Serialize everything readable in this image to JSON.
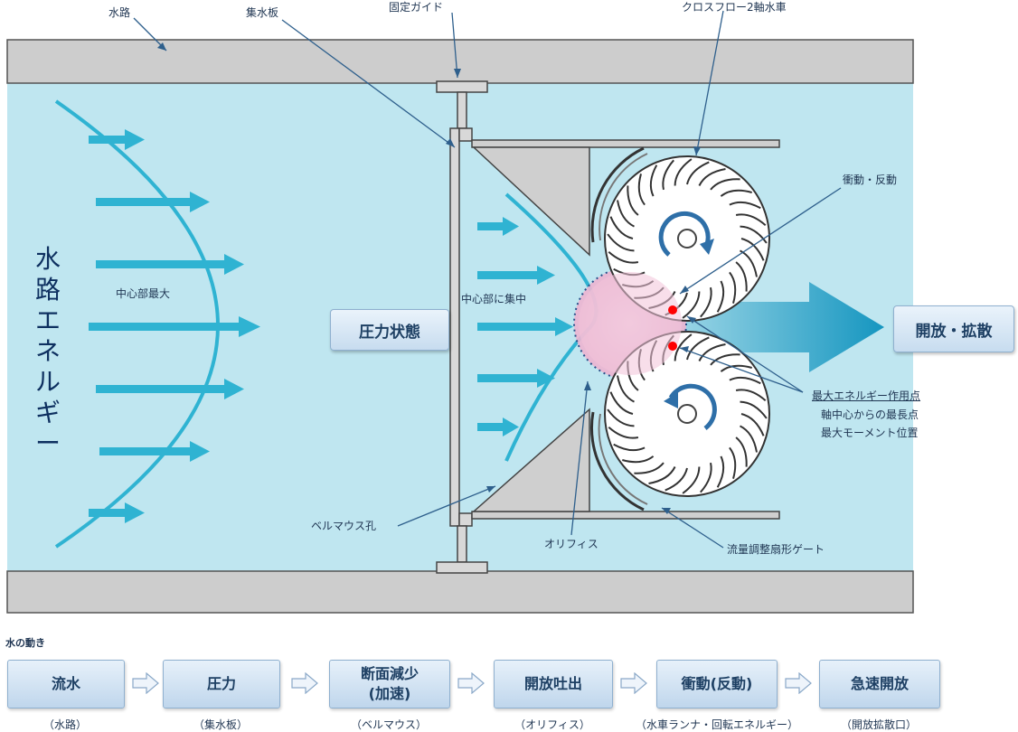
{
  "labels": {
    "suiro": "水路",
    "shusuiban": "集水板",
    "kotei_guide": "固定ガイド",
    "crossflow": "クロスフロー2軸水車",
    "shogeki_handou": "衝動・反動",
    "max_energy_point": "最大エネルギー作用点",
    "axis_farthest": "軸中心からの最長点",
    "max_moment": "最大モーメント位置",
    "bellmouth": "ベルマウス孔",
    "orifice": "オリフィス",
    "gate": "流量調整扇形ゲート",
    "center_max": "中心部最大",
    "center_focus": "中心部に集中",
    "vertical_title": "水路エネルギー",
    "pressure_state": "圧力状態",
    "open_diffuse": "開放・拡散"
  },
  "flow": {
    "title": "水の動き",
    "steps": [
      {
        "label": "流水",
        "sub": "（水路）"
      },
      {
        "label": "圧力",
        "sub": "（集水板）"
      },
      {
        "label": "断面減少\n(加速)",
        "sub": "（ベルマウス）"
      },
      {
        "label": "開放吐出",
        "sub": "（オリフィス）"
      },
      {
        "label": "衝動(反動)",
        "sub": "（水車ランナ・回転エネルギー）"
      },
      {
        "label": "急速開放",
        "sub": "（開放拡散口）"
      }
    ]
  },
  "colors": {
    "water": "#bfe6f0",
    "channel_wall": "#cdcdcd",
    "flow_arrow": "#2fb3d2",
    "big_arrow": "#1596c0",
    "focus_zone": "#f4c6dc",
    "energy_point": "#ff0000",
    "rotation_arrow": "#2e6fa8"
  }
}
